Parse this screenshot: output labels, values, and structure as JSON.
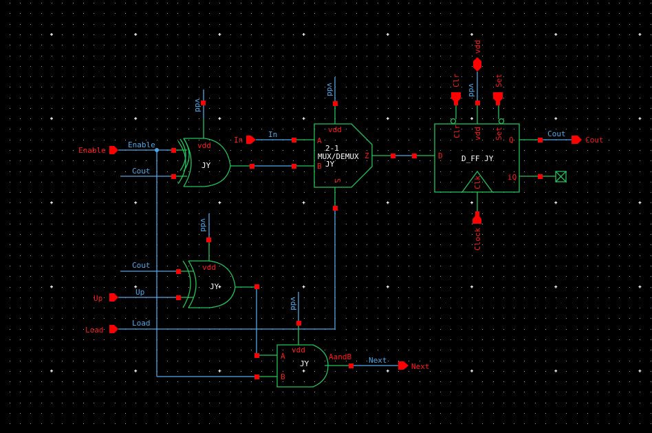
{
  "schematic": {
    "colors": {
      "background": "#000000",
      "wire": "#4ea8e8",
      "symbol": "#22c55a",
      "pin": "#ff0000",
      "instance_label": "#ffffff",
      "grid_dot": "#9aa0b8"
    },
    "pins": {
      "enable": "Enable",
      "in": "In",
      "up": "Up",
      "load": "Load",
      "clr": "Clr",
      "set": "Set",
      "vdd": "vdd",
      "clock": "Clock",
      "cout": "Cout",
      "next": "Next"
    },
    "nets": {
      "enable": "Enable",
      "cout_top": "Cout",
      "cout_mid": "Cout",
      "in": "In",
      "up": "Up",
      "load": "Load",
      "next": "Next",
      "cout_q": "Cout",
      "vdd_xor1": "vdd",
      "vdd_mux": "vdd",
      "vdd_xor2": "vdd",
      "vdd_and": "vdd",
      "vdd_ff": "vdd"
    },
    "instances": {
      "xor1": {
        "name": "JY",
        "vdd_pin": "vdd"
      },
      "xor2": {
        "name": "JY",
        "vdd_pin": "vdd"
      },
      "mux": {
        "title_line1": "2-1",
        "title_line2": "MUX/DEMUX",
        "name": "JY",
        "pin_a": "A",
        "pin_b": "B",
        "pin_z": "Z",
        "pin_s": "S",
        "vdd_pin": "vdd"
      },
      "and": {
        "name": "JY",
        "pin_a": "A",
        "pin_b": "B",
        "out_pin": "AandB",
        "vdd_pin": "vdd"
      },
      "dff": {
        "name": "D_FF JY",
        "pin_d": "D",
        "pin_q": "Q",
        "pin_iq": "iQ",
        "pin_clr": "Clr",
        "pin_set": "Set",
        "pin_clk": "Clk",
        "vdd_pin": "vdd"
      }
    }
  }
}
